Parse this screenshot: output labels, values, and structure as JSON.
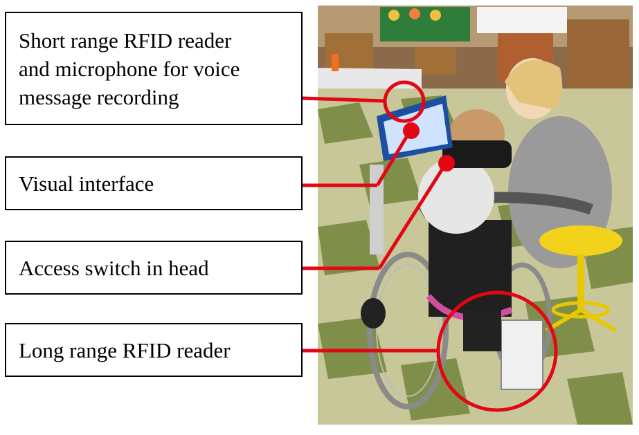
{
  "labels": {
    "short_range": [
      "Short range RFID reader",
      "and microphone for voice",
      "message recording"
    ],
    "visual": "Visual interface",
    "switch": "Access switch in head",
    "long_range": "Long range RFID reader"
  },
  "colors": {
    "annotation": "#e30613",
    "frame": "#000000"
  }
}
